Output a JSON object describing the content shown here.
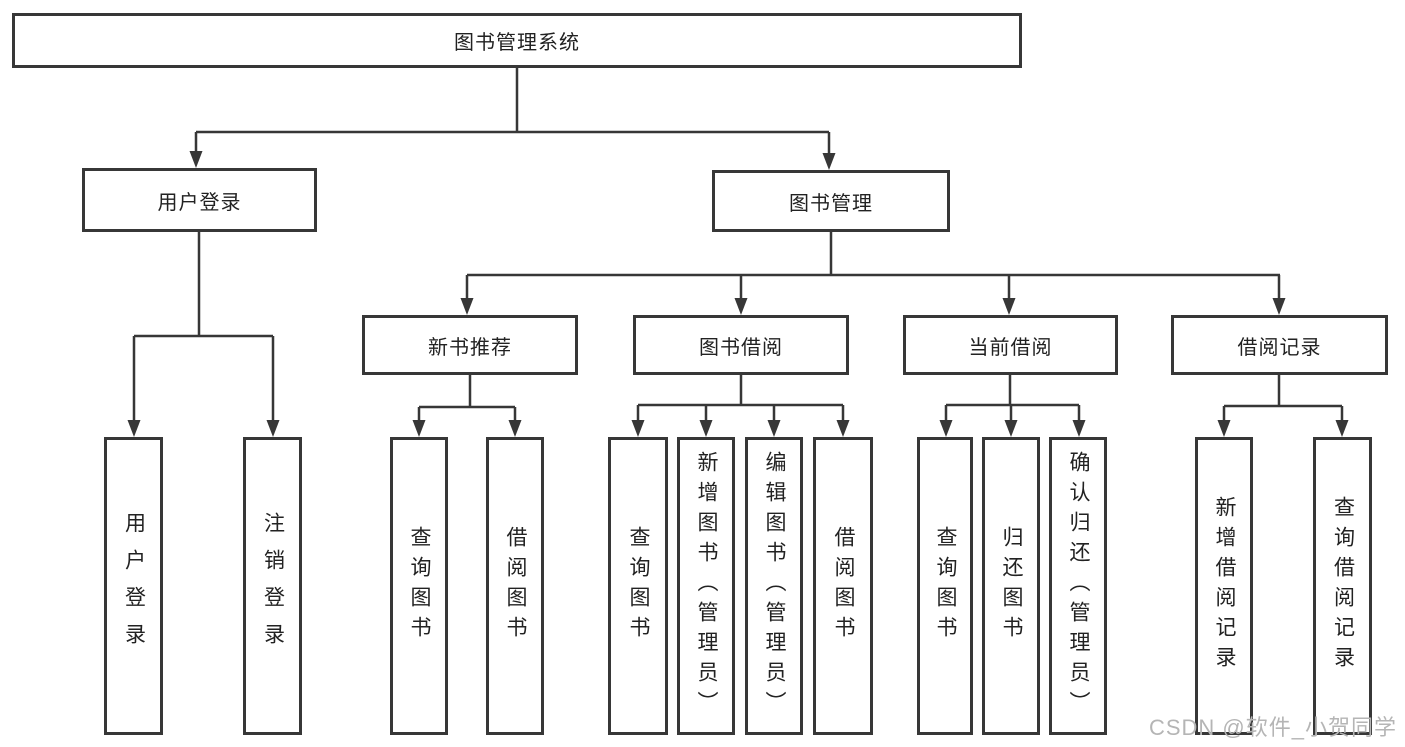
{
  "diagram": {
    "type": "tree",
    "title": "图书管理系统",
    "colors": {
      "line": "#373737",
      "box_border": "#373737",
      "text": "#222222",
      "watermark": "#b5b5b5",
      "background": "#ffffff"
    }
  },
  "nodes": {
    "root": {
      "label": "图书管理系统"
    },
    "user_login": {
      "label": "用户登录"
    },
    "book_mgmt": {
      "label": "图书管理"
    },
    "new_book_rec": {
      "label": "新书推荐"
    },
    "book_borrow": {
      "label": "图书借阅"
    },
    "current_borrow": {
      "label": "当前借阅"
    },
    "borrow_records": {
      "label": "借阅记录"
    },
    "leaf_user_login": {
      "label": "用户登录"
    },
    "leaf_logout": {
      "label": "注销登录"
    },
    "leaf_query_book_1": {
      "label": "查询图书"
    },
    "leaf_borrow_book_1": {
      "label": "借阅图书"
    },
    "leaf_query_book_2": {
      "label": "查询图书"
    },
    "leaf_add_book_admin": {
      "label": "新增图书（管理员）"
    },
    "leaf_edit_book_admin": {
      "label": "编辑图书（管理员）"
    },
    "leaf_borrow_book_2": {
      "label": "借阅图书"
    },
    "leaf_query_book_3": {
      "label": "查询图书"
    },
    "leaf_return_book": {
      "label": "归还图书"
    },
    "leaf_confirm_return_admin": {
      "label": "确认归还（管理员）"
    },
    "leaf_add_borrow_record": {
      "label": "新增借阅记录"
    },
    "leaf_query_borrow_record": {
      "label": "查询借阅记录"
    }
  },
  "hierarchy": {
    "图书管理系统": {
      "用户登录": [
        "用户登录",
        "注销登录"
      ],
      "图书管理": {
        "新书推荐": [
          "查询图书",
          "借阅图书"
        ],
        "图书借阅": [
          "查询图书",
          "新增图书（管理员）",
          "编辑图书（管理员）",
          "借阅图书"
        ],
        "当前借阅": [
          "查询图书",
          "归还图书",
          "确认归还（管理员）"
        ],
        "借阅记录": [
          "新增借阅记录",
          "查询借阅记录"
        ]
      }
    }
  },
  "watermark": "CSDN @软件_小贺同学"
}
